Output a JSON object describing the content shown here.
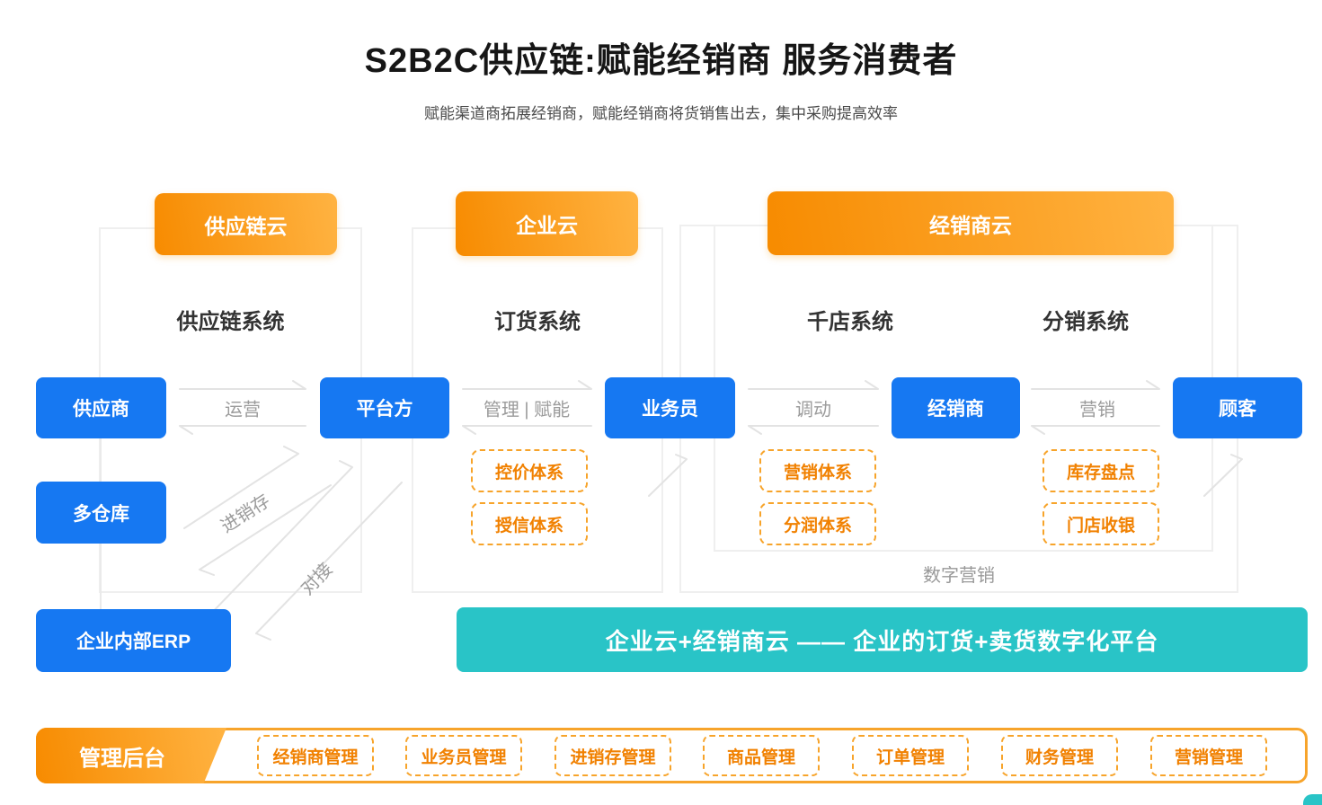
{
  "header": {
    "title": "S2B2C供应链:赋能经销商  服务消费者",
    "subtitle": "赋能渠道商拓展经销商，赋能经销商将货销售出去，集中采购提高效率"
  },
  "clouds": {
    "supply_chain": "供应链云",
    "enterprise": "企业云",
    "distributor": "经销商云"
  },
  "sections": {
    "supply_chain": "供应链系统",
    "ordering": "订货系统",
    "thousand_store": "千店系统",
    "distribution": "分销系统"
  },
  "nodes": {
    "supplier": "供应商",
    "platform": "平台方",
    "salesman": "业务员",
    "distributor": "经销商",
    "customer": "顾客",
    "warehouse": "多仓库",
    "erp": "企业内部ERP"
  },
  "edges": {
    "operate": "运营",
    "manage": "管理 | 赋能",
    "dispatch": "调动",
    "marketing": "营销",
    "psi": "进销存",
    "connect": "对接"
  },
  "capabilities": {
    "price_control": "控价体系",
    "credit": "授信体系",
    "marketing": "营销体系",
    "profit": "分润体系",
    "inventory": "库存盘点",
    "cashier": "门店收银"
  },
  "footer_labels": {
    "digital_marketing": "数字营销"
  },
  "banner": {
    "text": "企业云+经销商云 —— 企业的订货+卖货数字化平台"
  },
  "admin": {
    "label": "管理后台",
    "items": [
      "经销商管理",
      "业务员管理",
      "进销存管理",
      "商品管理",
      "订单管理",
      "财务管理",
      "营销管理"
    ]
  },
  "colors": {
    "blue": "#1678F2",
    "orange_dark": "#F78B00",
    "orange_light": "#FFB342",
    "orange_text": "#F18101",
    "teal": "#29C4C7"
  }
}
